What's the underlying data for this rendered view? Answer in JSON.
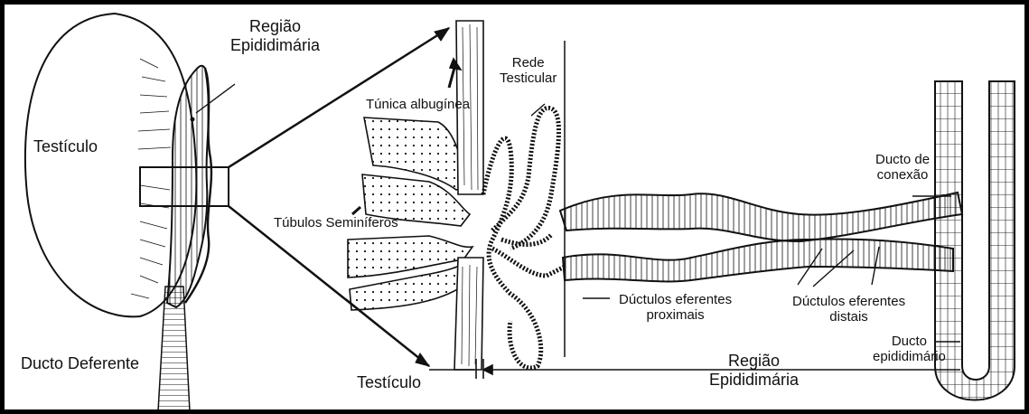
{
  "labels": {
    "regiao_epididimaria_top_1": "Região",
    "regiao_epididimaria_top_2": "Epididimária",
    "testiculo_left": "Testículo",
    "ducto_deferente": "Ducto Deferente",
    "tunica_albuginea": "Túnica albugínea",
    "rede_testicular_1": "Rede",
    "rede_testicular_2": "Testicular",
    "tubulos_seminiferos": "Túbulos Seminíferos",
    "ducto_conexao_1": "Ducto de",
    "ducto_conexao_2": "conexão",
    "ductulos_proximais_1": "Dúctulos eferentes",
    "ductulos_proximais_2": "proximais",
    "ductulos_distais_1": "Dúctulos eferentes",
    "ductulos_distais_2": "distais",
    "ducto_epididimario_1": "Ducto",
    "ducto_epididimario_2": "epididimário",
    "testiculo_bottom": "Testículo",
    "regiao_epididimaria_bottom_1": "Região",
    "regiao_epididimaria_bottom_2": "Epididimária"
  },
  "colors": {
    "ink": "#111111",
    "paper": "#ffffff"
  }
}
